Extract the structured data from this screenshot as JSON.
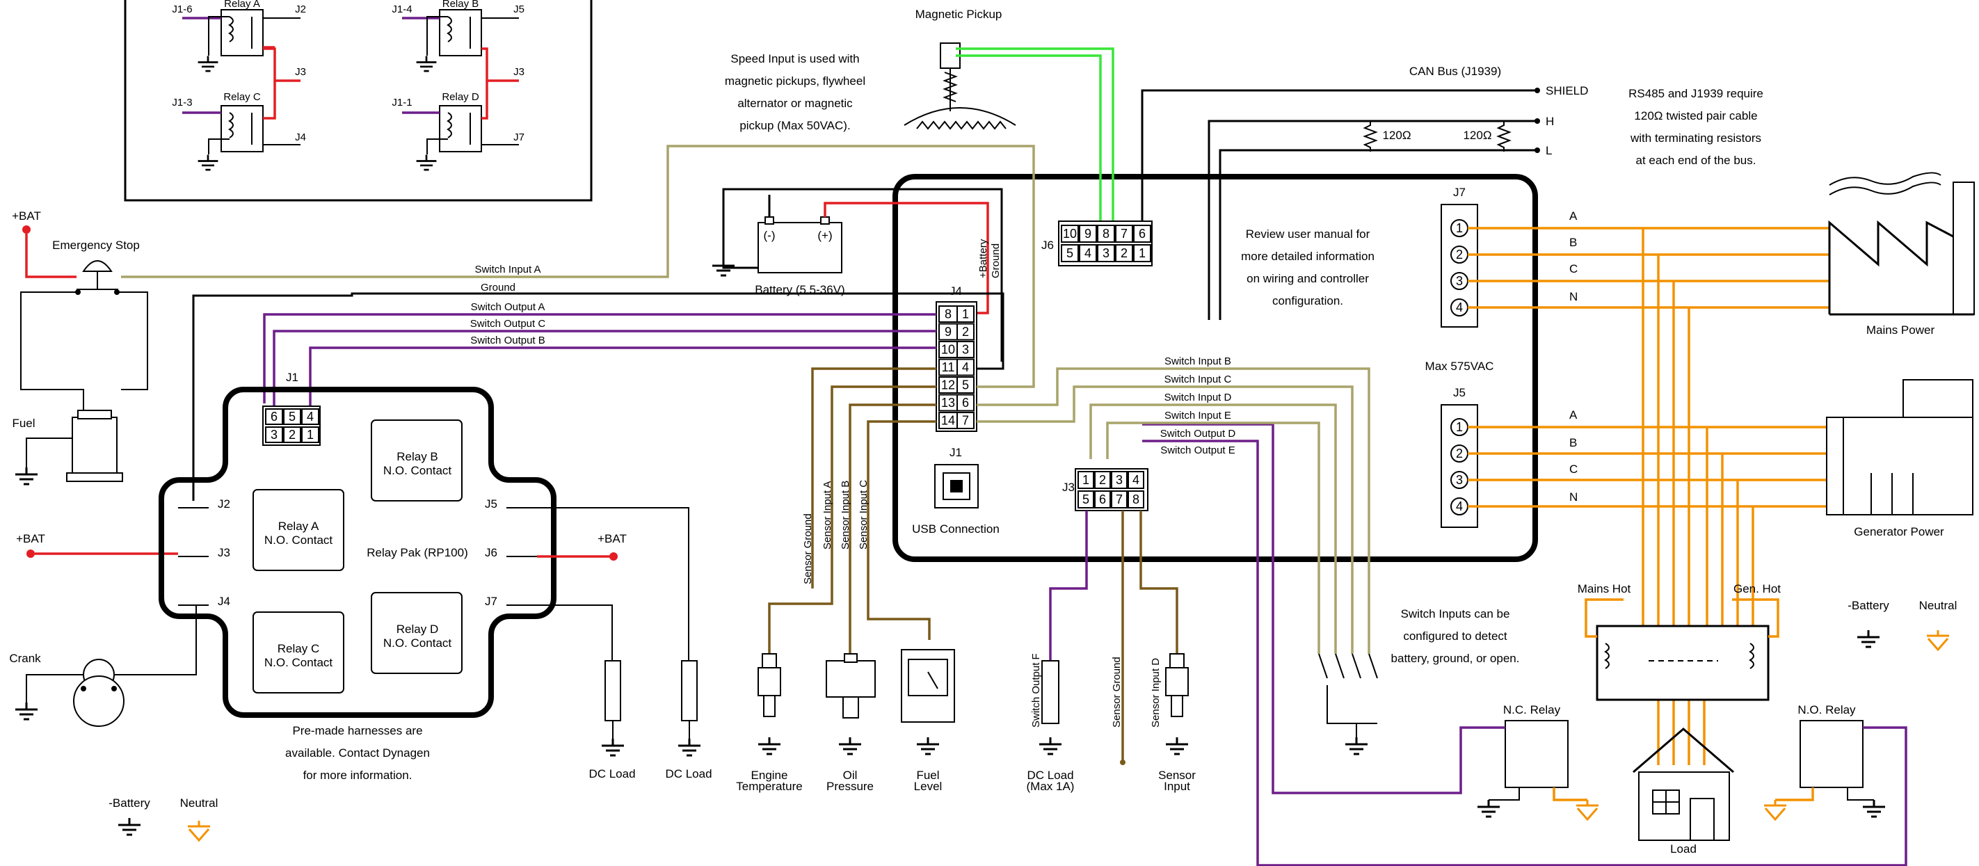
{
  "relay_inset": {
    "relay_a": {
      "title": "Relay A",
      "left": "J1-6",
      "right": "J2"
    },
    "relay_b": {
      "title": "Relay B",
      "left": "J1-4",
      "right": "J5"
    },
    "relay_c": {
      "title": "Relay C",
      "left": "J1-3",
      "right": "J4"
    },
    "relay_d": {
      "title": "Relay D",
      "left": "J1-1",
      "right": "J7"
    },
    "j3_left": "J3",
    "j3_right": "J3"
  },
  "labels": {
    "magnetic_pickup": "Magnetic Pickup",
    "speed_input_lines": [
      "Speed Input is used with",
      "magnetic pickups, flywheel",
      "alternator or magnetic",
      "pickup (Max 50VAC)."
    ],
    "can_bus": "CAN Bus (J1939)",
    "shield": "SHIELD",
    "h": "H",
    "l": "L",
    "r1": "120Ω",
    "r2": "120Ω",
    "rs485_lines": [
      "RS485 and J1939 require",
      "120Ω twisted pair cable",
      "with terminating resistors",
      "at each end of the bus."
    ],
    "bat_pos": "+BAT",
    "emergency_stop": "Emergency Stop",
    "battery": "Battery (5.5-36V)",
    "battery_minus": "(-)",
    "battery_plus": "(+)",
    "plus_battery": "+Battery",
    "ground_vert": "Ground",
    "switch_input_a": "Switch Input A",
    "ground": "Ground",
    "switch_output_a": "Switch Output A",
    "switch_output_c": "Switch Output C",
    "switch_output_b": "Switch Output B",
    "j4": "J4",
    "j6": "J6",
    "j7": "J7",
    "j5": "J5",
    "j1_top": "J1",
    "j3_conn": "J3",
    "review_lines": [
      "Review user manual for",
      "more detailed information",
      "on wiring and controller",
      "configuration."
    ],
    "max_vac": "Max 575VAC",
    "phase_labels": [
      "A",
      "B",
      "C",
      "N"
    ],
    "mains_power": "Mains Power",
    "generator_power": "Generator Power",
    "switch_input_b": "Switch Input B",
    "switch_input_c": "Switch Input C",
    "switch_input_d": "Switch Input D",
    "switch_input_e": "Switch Input E",
    "switch_output_d": "Switch Output D",
    "switch_output_e": "Switch Output E",
    "usb_j1": "J1",
    "usb_connection": "USB Connection",
    "fuel": "Fuel",
    "bat_pos2": "+BAT",
    "bat_pos3": "+BAT",
    "crank": "Crank",
    "relay_pak": "Relay Pak (RP100)",
    "relay_pak_j1": "J1",
    "relay_a_box": [
      "Relay A",
      "N.O. Contact"
    ],
    "relay_b_box": [
      "Relay B",
      "N.O. Contact"
    ],
    "relay_c_box": [
      "Relay C",
      "N.O. Contact"
    ],
    "relay_d_box": [
      "Relay D",
      "N.O. Contact"
    ],
    "rp_j2": "J2",
    "rp_j3": "J3",
    "rp_j4": "J4",
    "rp_j5": "J5",
    "rp_j6": "J6",
    "rp_j7": "J7",
    "harness_lines": [
      "Pre-made harnesses are",
      "available. Contact Dynagen",
      "for more information."
    ],
    "dc_load": "DC Load",
    "dc_load2": "DC Load",
    "sensor_ground": "Sensor Ground",
    "sensor_input_a": "Sensor Input A",
    "sensor_input_b": "Sensor Input B",
    "sensor_input_c": "Sensor Input C",
    "engine_temp": [
      "Engine",
      "Temperature"
    ],
    "oil_pressure": [
      "Oil",
      "Pressure"
    ],
    "fuel_level": [
      "Fuel",
      "Level"
    ],
    "switch_output_f": "Switch Output F",
    "dc_load_max": [
      "DC Load",
      "(Max 1A)"
    ],
    "sensor_ground2": "Sensor Ground",
    "sensor_input_d": "Sensor Input D",
    "sensor_input": [
      "Sensor",
      "Input"
    ],
    "switch_inputs_note": [
      "Switch Inputs can be",
      "configured to detect",
      "battery, ground, or open."
    ],
    "mains_hot": "Mains Hot",
    "gen_hot": "Gen. Hot",
    "nc_relay": "N.C. Relay",
    "no_relay": "N.O. Relay",
    "load": "Load",
    "neg_battery_left": "-Battery",
    "neutral_left": "Neutral",
    "neg_battery_right": "-Battery",
    "neutral_right": "Neutral"
  },
  "j4_pins_left": [
    "8",
    "9",
    "10",
    "11",
    "12",
    "13",
    "14"
  ],
  "j4_pins_right": [
    "1",
    "2",
    "3",
    "4",
    "5",
    "6",
    "7"
  ],
  "j6_pins_top": [
    "10",
    "9",
    "8",
    "7",
    "6"
  ],
  "j6_pins_bottom": [
    "5",
    "4",
    "3",
    "2",
    "1"
  ],
  "j3_pins_top": [
    "1",
    "2",
    "3",
    "4"
  ],
  "j3_pins_bottom": [
    "5",
    "6",
    "7",
    "8"
  ],
  "rp_j1_pins_top": [
    "6",
    "5",
    "4"
  ],
  "rp_j1_pins_bottom": [
    "3",
    "2",
    "1"
  ],
  "j7_pins": [
    "1",
    "2",
    "3",
    "4"
  ],
  "j5_pins": [
    "1",
    "2",
    "3",
    "4"
  ],
  "colors": {
    "ac_wire": "#f39200",
    "switch_output": "#6d1f8a",
    "battery_positive": "#e31e24",
    "pickup": "#39e639",
    "switch_input": "#a8a46a",
    "sensor": "#7a5a1a"
  }
}
